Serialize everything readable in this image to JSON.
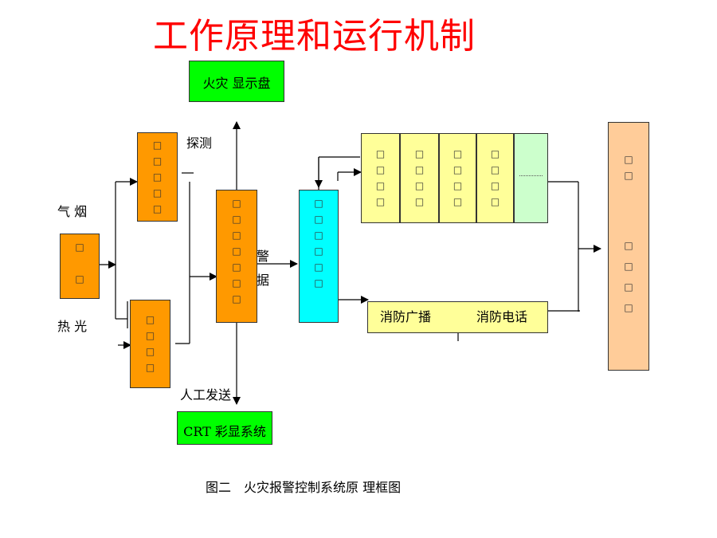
{
  "title": "工作原理和运行机制",
  "caption": "图二　火灾报警控制系统原 理框图",
  "placeholder_glyph": "□",
  "labels": {
    "smoke": "气 烟",
    "heat": "热 光",
    "detect": "探测",
    "alarm_1": "警",
    "alarm_2": "据",
    "manual": "人工发送"
  },
  "boxes": {
    "fire_panel": "火灾 显示盘",
    "crt": "CRT 彩显系统",
    "broadcast": "消防广播",
    "phone": "消防电话"
  }
}
